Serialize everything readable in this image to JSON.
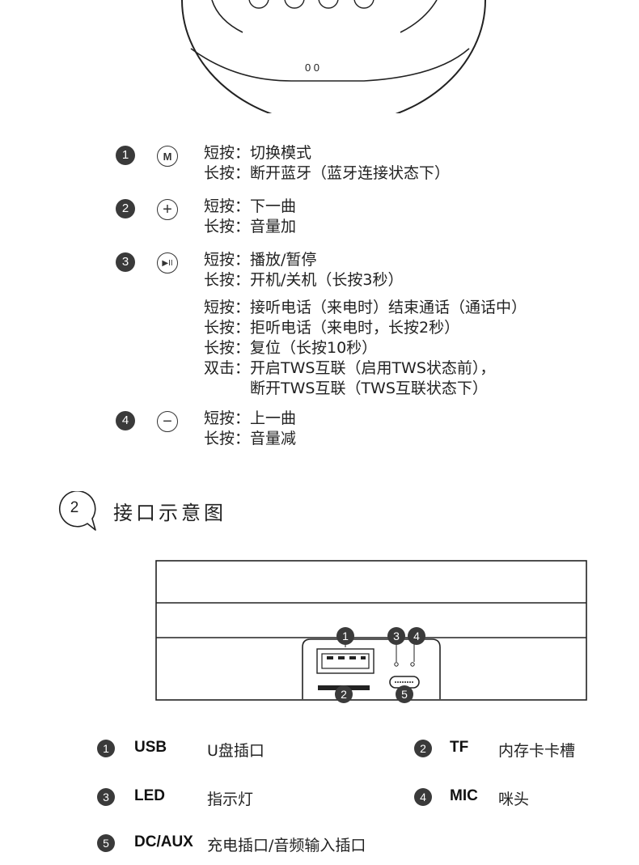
{
  "device": {
    "indicator_text": "0 0"
  },
  "buttons": [
    {
      "number": "1",
      "icon": "m-button-icon",
      "icon_label": "M",
      "lines": [
        "短按：切换模式",
        "长按：断开蓝牙（蓝牙连接状态下）"
      ]
    },
    {
      "number": "2",
      "icon": "plus-button-icon",
      "icon_label": "+",
      "lines": [
        "短按：下一曲",
        "长按：音量加"
      ]
    },
    {
      "number": "3",
      "icon": "play-pause-button-icon",
      "icon_label": "▶II",
      "lines": [
        "短按：播放/暂停",
        "长按：开机/关机（长按3秒）"
      ],
      "extra_lines": [
        "短按：接听电话（来电时）结束通话（通话中）",
        "长按：拒听电话（来电时，长按2秒）",
        "长按：复位（长按10秒）",
        "双击：开启TWS互联（启用TWS状态前），",
        "　　　断开TWS互联（TWS互联状态下）"
      ]
    },
    {
      "number": "4",
      "icon": "minus-button-icon",
      "icon_label": "−",
      "lines": [
        "短按：上一曲",
        "长按：音量减"
      ]
    }
  ],
  "section": {
    "number": "2",
    "title": "接口示意图"
  },
  "panel_labels": [
    "1",
    "2",
    "3",
    "4",
    "5"
  ],
  "legend": [
    {
      "number": "1",
      "code": "USB",
      "desc": "U盘插口"
    },
    {
      "number": "2",
      "code": "TF",
      "desc": "内存卡卡槽"
    },
    {
      "number": "3",
      "code": "LED",
      "desc": "指示灯"
    },
    {
      "number": "4",
      "code": "MIC",
      "desc": "咪头"
    },
    {
      "number": "5",
      "code": "DC/AUX",
      "desc": "充电插口/音频输入插口"
    }
  ],
  "colors": {
    "ink": "#222222",
    "badge": "#3a3a3a",
    "background": "#ffffff"
  }
}
